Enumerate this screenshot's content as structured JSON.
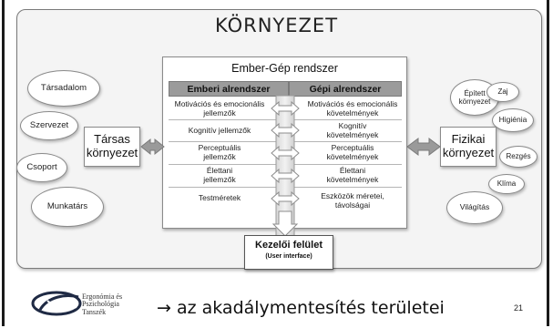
{
  "title": "KÖRNYEZET",
  "social_env": {
    "label": "Társas\nkörnyezet",
    "items": [
      "Társadalom",
      "Szervezet",
      "Csoport",
      "Munkatárs"
    ]
  },
  "physical_env": {
    "label": "Fizikai\nkörnyezet",
    "items": [
      "Épített\nkörnyezet",
      "Zaj",
      "Higiénia",
      "Rezgés",
      "Klíma",
      "Világítás"
    ]
  },
  "human_machine": {
    "title": "Ember-Gép rendszer",
    "human_header": "Emberi alrendszer",
    "machine_header": "Gépi alrendszer",
    "rows": [
      {
        "human": "Motivációs és emocionális\njellemzők",
        "machine": "Motivációs és emocionális\nkövetelmények"
      },
      {
        "human": "Kognitív jellemzők",
        "machine": "Kognitív\nkövetelmények"
      },
      {
        "human": "Perceptuális\njellemzők",
        "machine": "Perceptuális\nkövetelmények"
      },
      {
        "human": "Élettani\njellemzők",
        "machine": "Élettani\nkövetelmények"
      },
      {
        "human": "Testméretek",
        "machine": "Eszközök méretei,\ntávolságai"
      }
    ]
  },
  "interface": {
    "label": "Kezelői felület",
    "sublabel": "(User interface)"
  },
  "footer": {
    "text": "→ az akadálymentesítés területei",
    "page_number": "21",
    "logo_lines": [
      "Ergonómia és",
      "Pszichológia",
      "Tanszék"
    ]
  }
}
